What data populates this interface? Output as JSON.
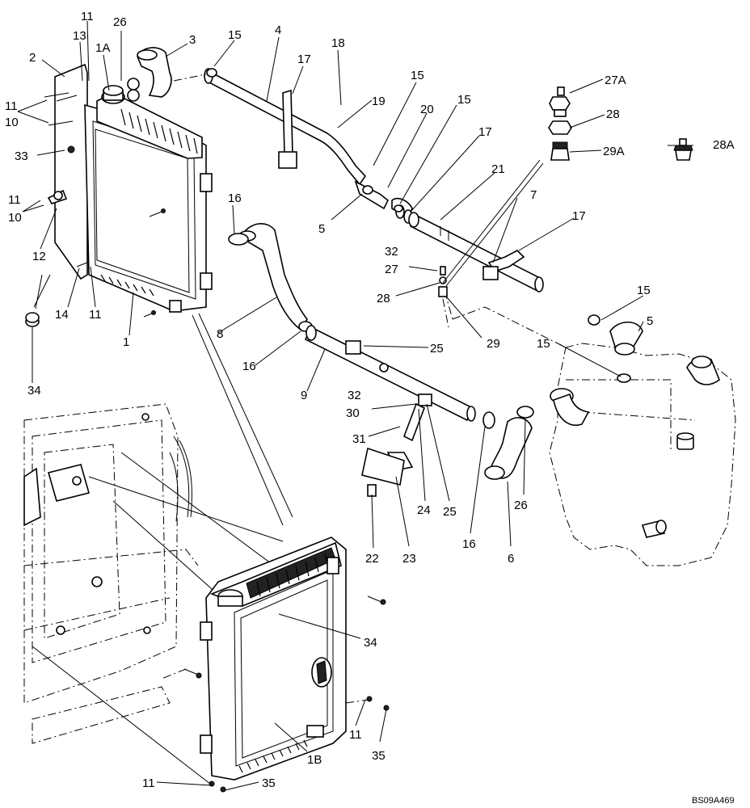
{
  "drawing_code": "BS09A469",
  "callouts": [
    {
      "id": "c11a",
      "text": "11"
    },
    {
      "id": "c26a",
      "text": "26"
    },
    {
      "id": "c13",
      "text": "13"
    },
    {
      "id": "c3",
      "text": "3"
    },
    {
      "id": "c15a",
      "text": "15"
    },
    {
      "id": "c4",
      "text": "4"
    },
    {
      "id": "c1A",
      "text": "1A"
    },
    {
      "id": "c2",
      "text": "2"
    },
    {
      "id": "c18",
      "text": "18"
    },
    {
      "id": "c17a",
      "text": "17"
    },
    {
      "id": "c15b",
      "text": "15"
    },
    {
      "id": "c27A",
      "text": "27A"
    },
    {
      "id": "c19",
      "text": "19"
    },
    {
      "id": "c11b",
      "text": "11"
    },
    {
      "id": "c20",
      "text": "20"
    },
    {
      "id": "c15c",
      "text": "15"
    },
    {
      "id": "c28a",
      "text": "28"
    },
    {
      "id": "c10a",
      "text": "10"
    },
    {
      "id": "c29A",
      "text": "29A"
    },
    {
      "id": "c28A",
      "text": "28A"
    },
    {
      "id": "c33",
      "text": "33"
    },
    {
      "id": "c17b",
      "text": "17"
    },
    {
      "id": "c21",
      "text": "21"
    },
    {
      "id": "c16a",
      "text": "16"
    },
    {
      "id": "c11c",
      "text": "11"
    },
    {
      "id": "c10b",
      "text": "10"
    },
    {
      "id": "c7",
      "text": "7"
    },
    {
      "id": "c5a",
      "text": "5"
    },
    {
      "id": "c17c",
      "text": "17"
    },
    {
      "id": "c12",
      "text": "12"
    },
    {
      "id": "c32a",
      "text": "32"
    },
    {
      "id": "c27",
      "text": "27"
    },
    {
      "id": "c14",
      "text": "14"
    },
    {
      "id": "c11d",
      "text": "11"
    },
    {
      "id": "c28b",
      "text": "28"
    },
    {
      "id": "c15d",
      "text": "15"
    },
    {
      "id": "c8",
      "text": "8"
    },
    {
      "id": "c5b",
      "text": "5"
    },
    {
      "id": "c1",
      "text": "1"
    },
    {
      "id": "c29",
      "text": "29"
    },
    {
      "id": "c25a",
      "text": "25"
    },
    {
      "id": "c15e",
      "text": "15"
    },
    {
      "id": "c16b",
      "text": "16"
    },
    {
      "id": "c34a",
      "text": "34"
    },
    {
      "id": "c9",
      "text": "9"
    },
    {
      "id": "c32b",
      "text": "32"
    },
    {
      "id": "c30",
      "text": "30"
    },
    {
      "id": "c31",
      "text": "31"
    },
    {
      "id": "c24",
      "text": "24"
    },
    {
      "id": "c25b",
      "text": "25"
    },
    {
      "id": "c26b",
      "text": "26"
    },
    {
      "id": "c16c",
      "text": "16"
    },
    {
      "id": "c6",
      "text": "6"
    },
    {
      "id": "c22",
      "text": "22"
    },
    {
      "id": "c23",
      "text": "23"
    },
    {
      "id": "c34b",
      "text": "34"
    },
    {
      "id": "c11e",
      "text": "11"
    },
    {
      "id": "c35a",
      "text": "35"
    },
    {
      "id": "c1B",
      "text": "1B"
    },
    {
      "id": "c11f",
      "text": "11"
    },
    {
      "id": "c35b",
      "text": "35"
    }
  ]
}
